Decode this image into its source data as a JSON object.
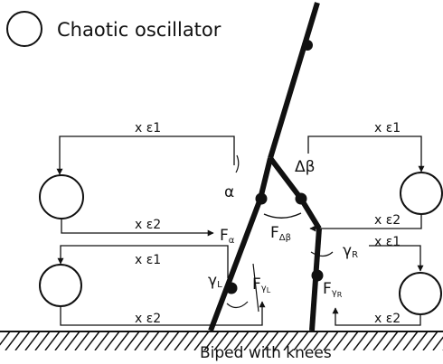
{
  "legend": {
    "icon": "circle",
    "text": "Chaotic oscillator"
  },
  "caption": "Biped with knees",
  "gains": {
    "eps1": "x ε1",
    "eps2": "x ε2"
  },
  "angles": {
    "alpha": "α",
    "delta_beta": "Δβ",
    "gamma_l_base": "γ",
    "gamma_l_sub": "L",
    "gamma_r_base": "γ",
    "gamma_r_sub": "R"
  },
  "forces": {
    "f_alpha_base": "F",
    "f_alpha_sub": "α",
    "f_delta_beta_base": "F",
    "f_delta_beta_sub": "Δβ",
    "f_gamma_l_base": "F",
    "f_gamma_l_sub": "γ",
    "f_gamma_l_subsub": "L",
    "f_gamma_r_base": "F",
    "f_gamma_r_sub": "γ",
    "f_gamma_r_subsub": "R"
  }
}
